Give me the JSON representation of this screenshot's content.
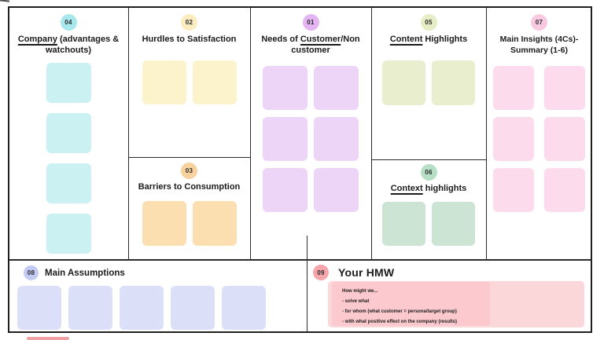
{
  "colors": {
    "board_border": "#1f1f1f",
    "text": "#1b1b1b",
    "company_note": "#ccf1f3",
    "company_badge": "#a8e7ec",
    "hurdles_note": "#fcf2cb",
    "hurdles_badge": "#fbedc0",
    "barriers_note": "#fbdfb0",
    "barriers_badge": "#f8d29c",
    "needs_note": "#edd5f8",
    "needs_badge": "#e5b5f1",
    "content_note": "#e9efce",
    "content_badge": "#e5edc4",
    "context_note": "#cbe4d3",
    "context_badge": "#b7dfc6",
    "insights_note": "#fcdcec",
    "insights_badge": "#f9c9e1",
    "assumptions_note": "#dcdff8",
    "assumptions_badge": "#c3caf4",
    "hmw_note_light": "#fcd7da",
    "hmw_note_dark": "#fbc9ce",
    "hmw_badge": "#f6a6aa"
  },
  "sections": {
    "needs": {
      "badge": "01",
      "title_pre": "Needs of ",
      "title_u": "Customer",
      "title_rest": "/Non customer"
    },
    "hurdles": {
      "badge": "02",
      "title": "Hurdles to Satisfaction"
    },
    "barriers": {
      "badge": "03",
      "title": "Barriers to Consumption"
    },
    "company": {
      "badge": "04",
      "title_u": "Company",
      "title_rest": " (advantages & watchouts)"
    },
    "content": {
      "badge": "05",
      "title_u": "Content",
      "title_rest": " Highlights"
    },
    "context": {
      "badge": "06",
      "title_u": "Context",
      "title_rest": " highlights"
    },
    "insights": {
      "badge": "07",
      "title": "Main Insights (4Cs)- Summary (1-6)"
    },
    "assumptions": {
      "badge": "08",
      "title": "Main Assumptions"
    },
    "hmw": {
      "badge": "09",
      "title": "Your HMW",
      "note_lines": [
        "How might we...",
        "- solve what",
        "- for whom (what customer = persona/target group)",
        "- with what positive effect on the company (results)"
      ]
    }
  }
}
